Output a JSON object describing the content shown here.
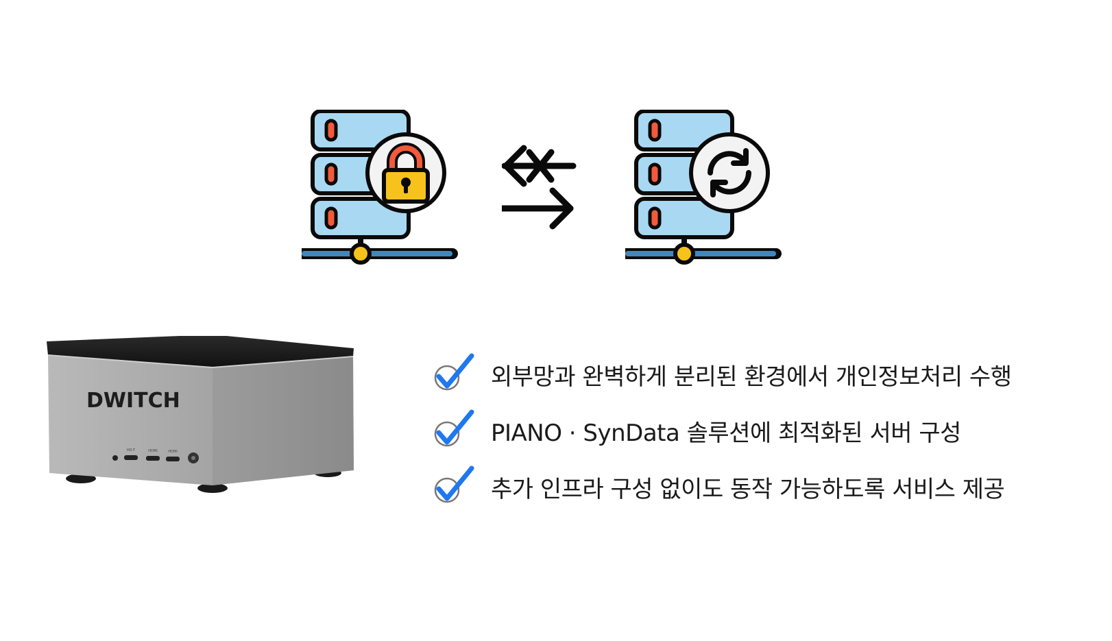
{
  "device": {
    "brand": "DWITCH"
  },
  "features": {
    "items": [
      {
        "text": "외부망과 완벽하게 분리된 환경에서 개인정보처리 수행"
      },
      {
        "text": "PIANO · SynData 솔루션에 최적화된 서버 구성"
      },
      {
        "text": "추가 인프라 구성 없이도 동작 가능하도록 서비스 제공"
      }
    ]
  },
  "colors": {
    "server_body": "#a9d8f2",
    "server_outline": "#0a0a0a",
    "server_led": "#f15a3a",
    "lock_body": "#f7c21b",
    "lock_shackle": "#f15a3a",
    "network_line": "#3e88c2",
    "network_node": "#f7c21b",
    "check_blue": "#1e78f0",
    "device_gray": "#9a9a9a"
  },
  "icons": {
    "left_server": "server-lock-icon",
    "right_server": "server-sync-icon",
    "blocked_arrow": "blocked-left-arrow-icon",
    "right_arrow": "right-arrow-icon",
    "check": "check-icon"
  }
}
